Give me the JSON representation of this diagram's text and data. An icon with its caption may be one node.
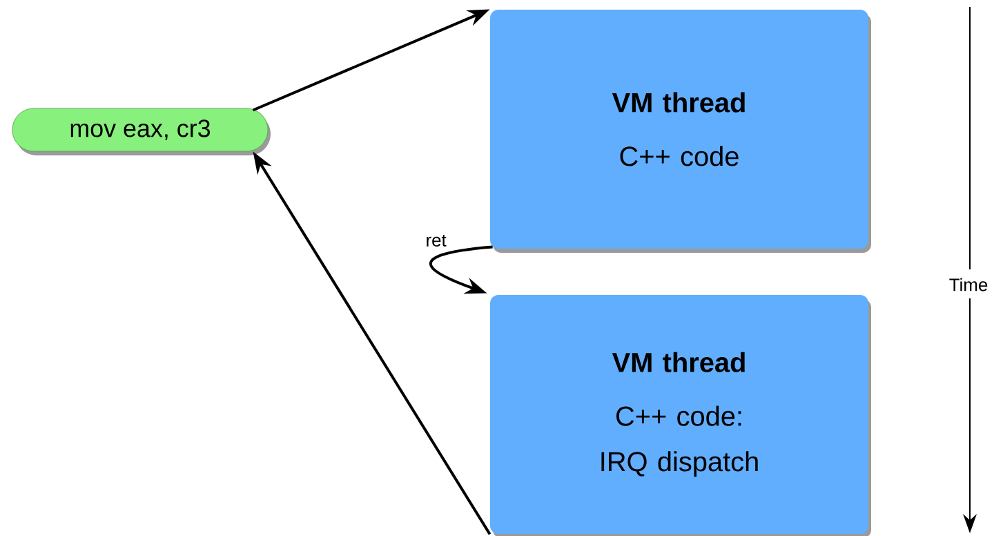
{
  "diagram": {
    "nodes": [
      {
        "text": [
          "mov eax, cr3"
        ]
      },
      {
        "text": [
          "VM thread",
          "C++ code"
        ]
      },
      {
        "text": [
          "VM thread",
          "C++ code: IRQ dispatch"
        ]
      }
    ],
    "edges": [
      {
        "from": 0,
        "to": 1,
        "arrow": "to"
      },
      {
        "from": 1,
        "to": 2,
        "arrow": "to",
        "label": "ret"
      },
      {
        "from": 2,
        "to": 0,
        "arrow": "to"
      }
    ],
    "labels": [
      "Time"
    ]
  }
}
